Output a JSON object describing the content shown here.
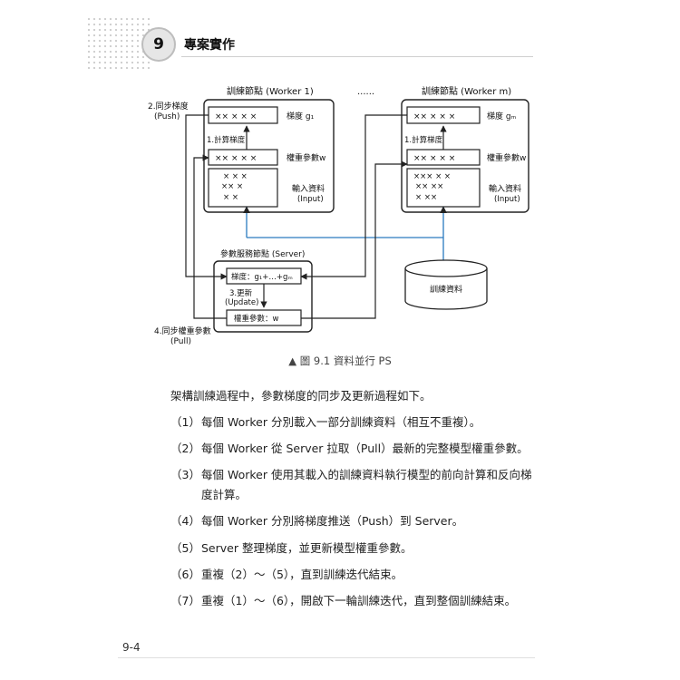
{
  "header": {
    "chapter_number": "9",
    "chapter_title": "專案實作"
  },
  "diagram": {
    "worker1_title": "訓練節點 (Worker 1)",
    "ellipsis": "......",
    "workerm_title": "訓練節點 (Worker m)",
    "sync_grad": "2.同步梯度",
    "push": "(Push)",
    "grad_marks": "×× × × ×",
    "grad_g1": "梯度 g₁",
    "grad_gm": "梯度 gₘ",
    "compute_grad": "1.計算梯度",
    "weight_marks": "×× × × ×",
    "weight_label": "權重參數w",
    "input_marks_w1": [
      "× × ×",
      "××    ×",
      "×      ×"
    ],
    "input_marks_wm": [
      "××× × ×",
      "××   ××",
      "×     ××"
    ],
    "input_label": "輸入資料",
    "input_en": "(Input)",
    "server_title": "參數服務節點 (Server)",
    "server_grad": "梯度：g₁+…+gₘ",
    "update": "3.更新",
    "update_en": "(Update)",
    "server_weight": "權重參數：w",
    "training_data": "訓練資料",
    "sync_weight": "4.同步權重參數",
    "pull": "(Pull)"
  },
  "caption": "▲ 圖 9.1  資料並行 PS",
  "intro": "架構訓練過程中，參數梯度的同步及更新過程如下。",
  "steps": [
    {
      "num": "（1）",
      "text": "每個 Worker 分別載入一部分訓練資料（相互不重複）。"
    },
    {
      "num": "（2）",
      "text": "每個 Worker 從 Server 拉取（Pull）最新的完整模型權重參數。"
    },
    {
      "num": "（3）",
      "text": "每個 Worker 使用其載入的訓練資料執行模型的前向計算和反向梯度計算。"
    },
    {
      "num": "（4）",
      "text": "每個 Worker 分別將梯度推送（Push）到 Server。"
    },
    {
      "num": "（5）",
      "text": "Server 整理梯度，並更新模型權重參數。"
    },
    {
      "num": "（6）",
      "text": "重複（2）～（5），直到訓練迭代結束。"
    },
    {
      "num": "（7）",
      "text": "重複（1）～（6），開啟下一輪訓練迭代，直到整個訓練結束。"
    }
  ],
  "page_number": "9-4",
  "colors": {
    "link_line": "#2a7bbf",
    "box_stroke": "#222222"
  }
}
